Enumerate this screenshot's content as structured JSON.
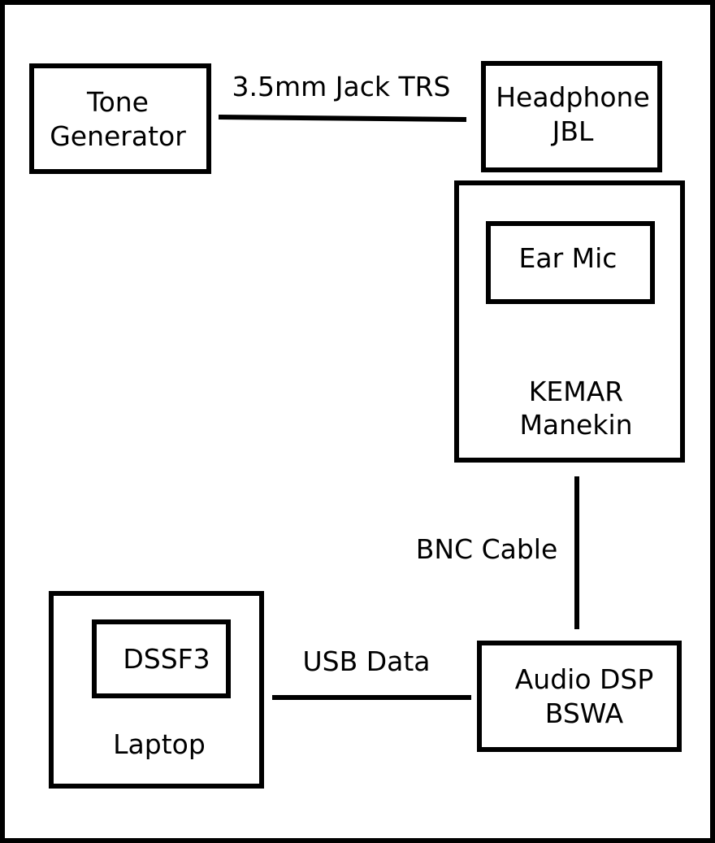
{
  "diagram": {
    "nodes": {
      "tone_generator": {
        "lines": [
          "Tone",
          "Generator"
        ]
      },
      "headphone": {
        "lines": [
          "Headphone",
          "JBL"
        ]
      },
      "kemar": {
        "lines": [
          "KEMAR",
          "Manekin"
        ]
      },
      "ear_mic": {
        "lines": [
          "Ear Mic"
        ]
      },
      "laptop": {
        "lines": [
          "Laptop"
        ]
      },
      "dssf3": {
        "lines": [
          "DSSF3"
        ]
      },
      "audio_dsp": {
        "lines": [
          "Audio DSP",
          "BSWA"
        ]
      }
    },
    "connections": {
      "jack": {
        "label": "3.5mm Jack TRS",
        "from": "Tone Generator",
        "to": "Headphone JBL"
      },
      "bnc": {
        "label": "BNC Cable",
        "from": "KEMAR Manekin",
        "to": "Audio DSP BSWA"
      },
      "usb": {
        "label": "USB Data",
        "from": "Laptop",
        "to": "Audio DSP BSWA"
      }
    }
  }
}
